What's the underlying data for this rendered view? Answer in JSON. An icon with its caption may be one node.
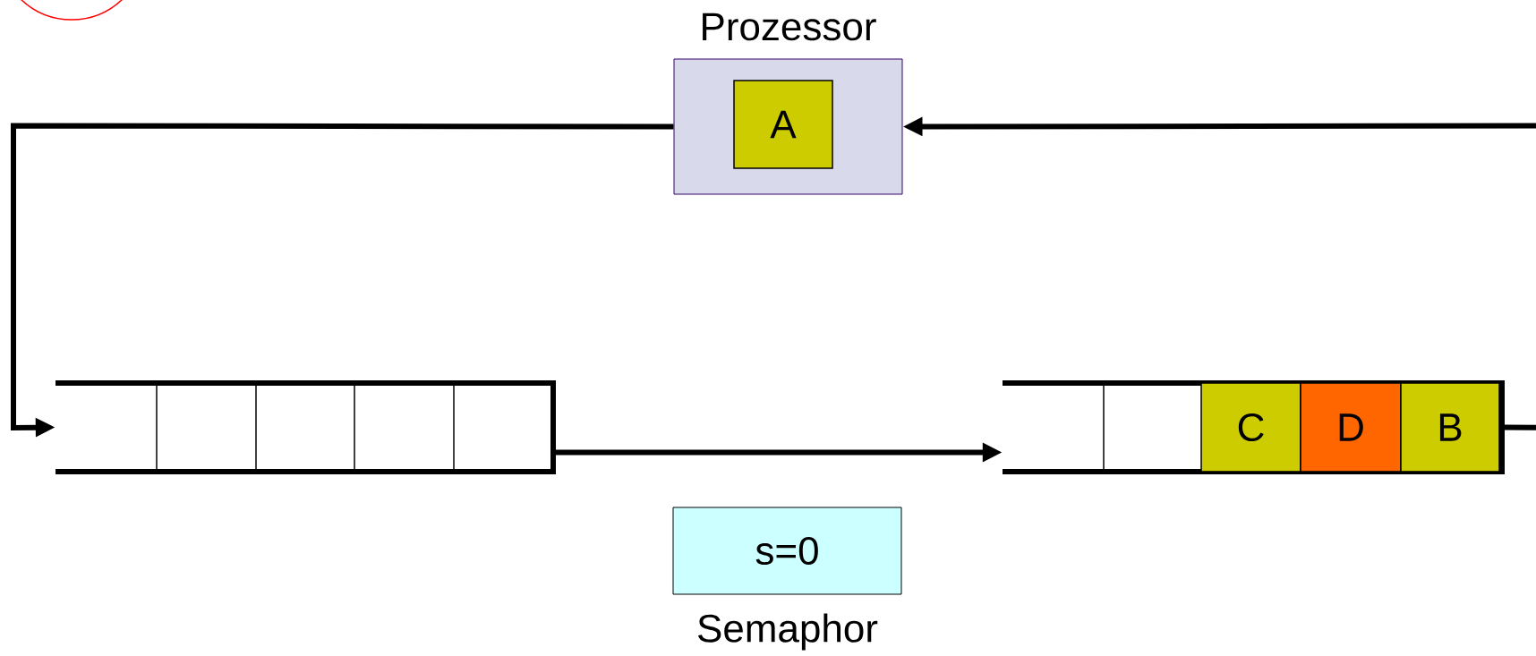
{
  "diagram": {
    "nodes": [
      {
        "text": [
          "Prozessor"
        ]
      },
      {
        "text": [
          "A"
        ],
        "in": 0
      },
      {
        "text": [],
        "shape": "box"
      },
      {
        "text": [],
        "shape": "box"
      },
      {
        "text": [
          "C"
        ],
        "in": 3
      },
      {
        "text": [
          "D"
        ],
        "in": 3
      },
      {
        "text": [
          "B"
        ],
        "in": 3
      },
      {
        "text": [
          "s=0"
        ],
        "beside": [
          "Semaphor"
        ]
      }
    ],
    "edges": [
      {
        "from": 0,
        "to": 2,
        "arrow": "to"
      },
      {
        "from": 2,
        "to": 3,
        "arrow": "to"
      },
      {
        "from": 3,
        "to": 0,
        "arrow": "to"
      }
    ]
  }
}
